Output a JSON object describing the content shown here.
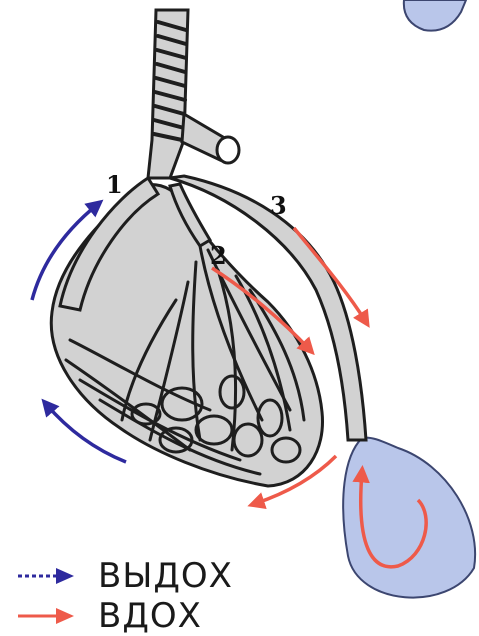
{
  "diagram": {
    "labels": {
      "one": "1",
      "two": "2",
      "three": "3"
    },
    "legend": {
      "exhale": "ВЫДОХ",
      "inhale": "ВДОХ"
    },
    "colors": {
      "exhale": "#2e2a9e",
      "inhale": "#ee5a4a",
      "airway_fill": "#d2d2d2",
      "airway_stroke": "#1e1e1e",
      "air_sac_fill": "#b9c6ea",
      "air_sac_stroke": "#3c4670"
    }
  }
}
